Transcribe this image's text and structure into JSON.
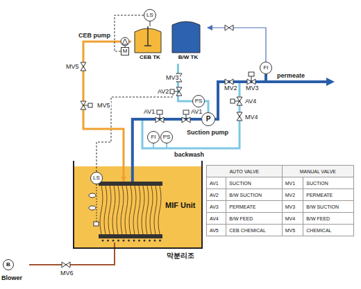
{
  "diagram": {
    "nodes": [
      {
        "text": [
          "LS"
        ]
      },
      {
        "text": [
          "M"
        ]
      },
      {
        "text": [
          "CEB TK"
        ]
      },
      {
        "text": [
          "B/W TK"
        ]
      },
      {
        "text": [
          "FI"
        ]
      },
      {
        "text": [
          "PS"
        ]
      },
      {
        "text": [
          "P"
        ]
      },
      {
        "text": [
          "LS"
        ]
      },
      {
        "text": [
          "FI"
        ]
      },
      {
        "text": [
          "PS"
        ]
      },
      {
        "text": [
          "막분리조"
        ]
      },
      {
        "text": [
          "MIF Unit"
        ],
        "in": 10
      },
      {
        "text": [
          "B",
          "Blower"
        ]
      }
    ],
    "edges": [
      {
        "from": 0,
        "to": 2,
        "arrow": "none"
      },
      {
        "from": 11,
        "to": 6,
        "arrow": "none"
      },
      {
        "from": 6,
        "to": 4,
        "arrow": "none"
      },
      {
        "from": 3,
        "to": 5,
        "arrow": "none"
      },
      {
        "from": 5,
        "to": 6,
        "arrow": "none"
      },
      {
        "from": 2,
        "to": 11,
        "arrow": "to"
      },
      {
        "from": 0,
        "to": 1,
        "arrow": "none"
      },
      {
        "from": 12,
        "to": 11,
        "arrow": "none"
      },
      {
        "from": 4,
        "to": 3,
        "arrow": "to"
      }
    ],
    "labels": [
      "CEB pump",
      "MV5",
      "MV5",
      "MV3",
      "AV2",
      "AV1",
      "AV1",
      "MV2",
      "MV3",
      "permeate",
      "AV4",
      "MV4",
      "Suction pump",
      "backwash",
      "MV6",
      "AUTO VALVE",
      "MANUAL VALVE",
      "AV1",
      "SUCTION",
      "MV1",
      "SUCTION",
      "AV2",
      "B/W SUCTION",
      "MV2",
      "PERMEATE",
      "AV3",
      "PERMEATE",
      "MV3",
      "B/W SUCTION",
      "AV4",
      "B/W FEED",
      "MV4",
      "B/W FEED",
      "AV5",
      "CEB CHEMICAL",
      "MV5",
      "CHEMICAL"
    ]
  }
}
